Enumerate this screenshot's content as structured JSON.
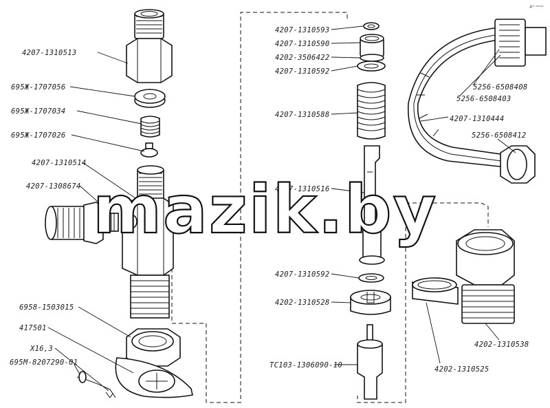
{
  "watermark": "mazik.by",
  "corner_mark": "4ᵐ ᵐᵐᵐ",
  "labels": {
    "l1": "4207-1310513",
    "l2": "695Ж-1707056",
    "l3": "695Ж-1707034",
    "l4": "695Ж-1707026",
    "l5": "4207-1310514",
    "l6": "4207-1308674",
    "l7": "6958-1503015",
    "l8": "417501",
    "l9": "Х16,3",
    "l10": "695М-8207290-01",
    "l11": "4207-1310593",
    "l12": "4207-1310590",
    "l13": "4202-3506422",
    "l14": "4207-1310592",
    "l15": "4207-1310588",
    "l16": "4207-1310516",
    "l17": "4207-1310592",
    "l18": "4202-1310528",
    "l19": "ТС103-1306090-10",
    "l20": "5256-6508408",
    "l21": "5256-6508403",
    "l22": "4207-1310444",
    "l23": "5256-6508412",
    "l24": "4202-1310538",
    "l25": "4202-1310525"
  }
}
